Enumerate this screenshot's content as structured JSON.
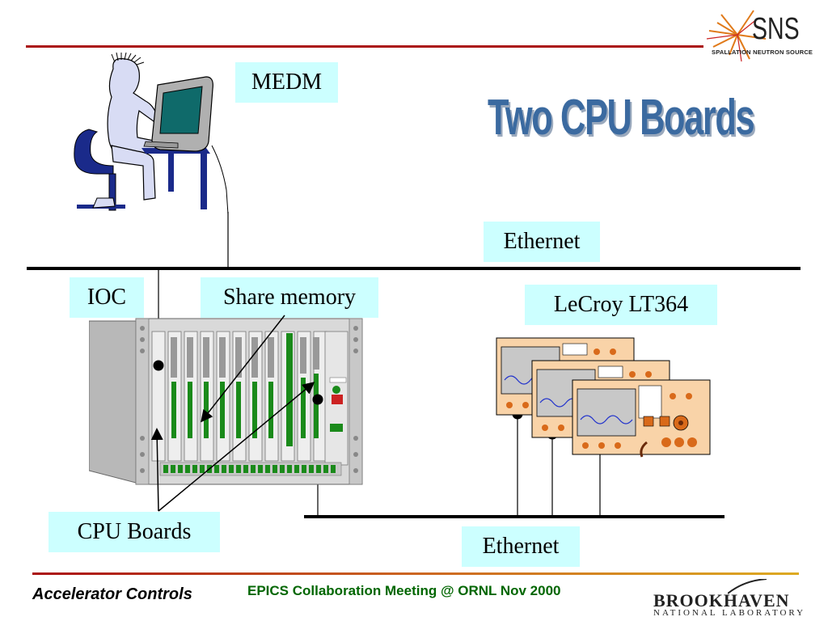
{
  "slide": {
    "title": "Two CPU Boards",
    "footer_left": "Accelerator Controls",
    "footer_center": "EPICS Collaboration Meeting @ ORNL Nov 2000",
    "footer_logo_main": "BROOKHAVEN",
    "footer_logo_sub": "NATIONAL LABORATORY",
    "header_logo_main": "SNS",
    "header_logo_sub": "SPALLATION NEUTRON SOURCE"
  },
  "labels": {
    "medm": "MEDM",
    "ethernet_top": "Ethernet",
    "ioc": "IOC",
    "share_memory": "Share memory",
    "lecroy": "LeCroy LT364",
    "cpu_boards": "CPU Boards",
    "ethernet_bottom": "Ethernet"
  },
  "colors": {
    "top_rule": "#aa1111",
    "bottom_rule": "#aa1111",
    "label_bg": "#ccffff",
    "title": "#3b6aa0",
    "footer_center": "#006600",
    "rack_gray": "#c8c8c8",
    "slot_green": "#1a8a1a",
    "scope_orange": "#f9d3a8"
  }
}
